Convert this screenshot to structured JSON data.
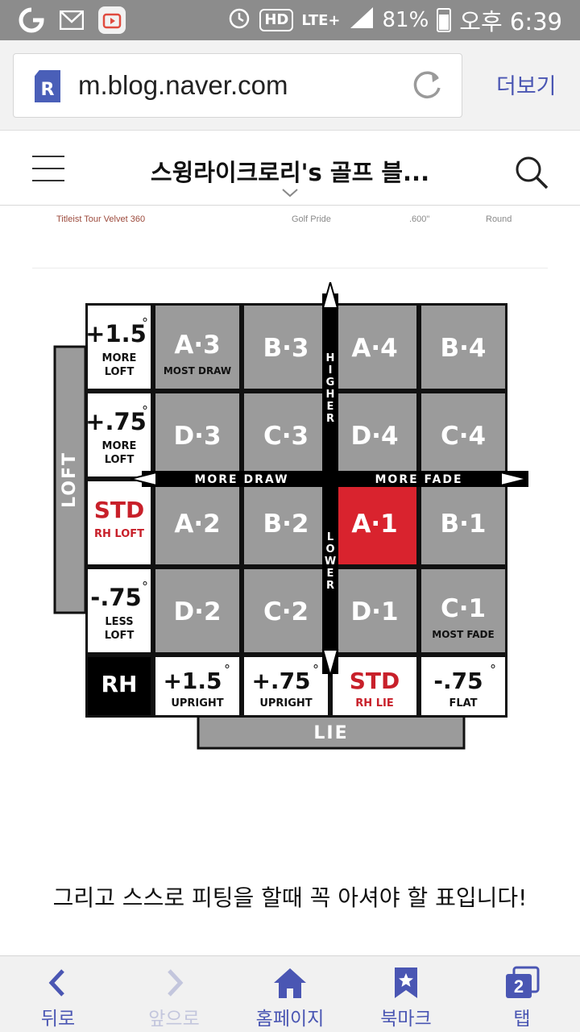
{
  "status_bar": {
    "left_icons": [
      "notification-g-icon",
      "mail-icon",
      "tv-app-icon"
    ],
    "right_icons": [
      "alarm-icon",
      "signal-icon",
      "battery-icon"
    ],
    "hd": "HD",
    "network": "LTE+",
    "battery": "81%",
    "time": "오후 6:39"
  },
  "browser": {
    "url": "m.blog.naver.com",
    "more_label": "더보기"
  },
  "blog": {
    "title": "스윙라이크로리's 골프 블..."
  },
  "table_row": {
    "grip": "Titleist Tour Velvet 360",
    "brand": "Golf Pride",
    "size": ".600\"",
    "shape": "Round"
  },
  "chart_data": {
    "type": "table",
    "axis_labels": {
      "vertical": "LOFT",
      "horizontal": "LIE",
      "up": "HIGHER",
      "down": "LOWER",
      "left": "MORE DRAW",
      "right": "MORE FADE"
    },
    "rows": [
      {
        "loft_value": "+1.5°",
        "loft_caption": "MORE LOFT",
        "cells": [
          {
            "code": "A·3",
            "note": "MOST DRAW"
          },
          {
            "code": "B·3",
            "note": ""
          },
          {
            "code": "A·4",
            "note": ""
          },
          {
            "code": "B·4",
            "note": ""
          }
        ]
      },
      {
        "loft_value": "+.75°",
        "loft_caption": "MORE LOFT",
        "cells": [
          {
            "code": "D·3",
            "note": ""
          },
          {
            "code": "C·3",
            "note": ""
          },
          {
            "code": "D·4",
            "note": ""
          },
          {
            "code": "C·4",
            "note": ""
          }
        ]
      },
      {
        "loft_value": "STD",
        "loft_caption": "RH LOFT",
        "cells": [
          {
            "code": "A·2",
            "note": ""
          },
          {
            "code": "B·2",
            "note": ""
          },
          {
            "code": "A·1",
            "note": ""
          },
          {
            "code": "B·1",
            "note": ""
          }
        ]
      },
      {
        "loft_value": "-.75°",
        "loft_caption": "LESS LOFT",
        "cells": [
          {
            "code": "D·2",
            "note": ""
          },
          {
            "code": "C·2",
            "note": ""
          },
          {
            "code": "D·1",
            "note": ""
          },
          {
            "code": "C·1",
            "note": "MOST FADE"
          }
        ]
      }
    ],
    "corner_label": "RH",
    "lie_columns": [
      {
        "value": "+1.5°",
        "caption": "UPRIGHT"
      },
      {
        "value": "+.75°",
        "caption": "UPRIGHT"
      },
      {
        "value": "STD",
        "caption": "RH LIE"
      },
      {
        "value": "-.75°",
        "caption": "FLAT"
      }
    ],
    "standard_setting": "A·1",
    "colors": {
      "cell": "#9b9b9b",
      "highlight": "#d9232e",
      "std_text": "#c8202a",
      "border": "#111111"
    }
  },
  "caption": "그리고 스스로 피팅을 할때 꼭 아셔야 할 표입니다!",
  "bottom_nav": [
    {
      "label": "뒤로",
      "icon": "back-icon",
      "enabled": true
    },
    {
      "label": "앞으로",
      "icon": "forward-icon",
      "enabled": false
    },
    {
      "label": "홈페이지",
      "icon": "home-icon",
      "enabled": true
    },
    {
      "label": "북마크",
      "icon": "bookmark-icon",
      "enabled": true
    },
    {
      "label": "탭",
      "icon": "tabs-icon",
      "enabled": true,
      "badge": "2"
    }
  ]
}
